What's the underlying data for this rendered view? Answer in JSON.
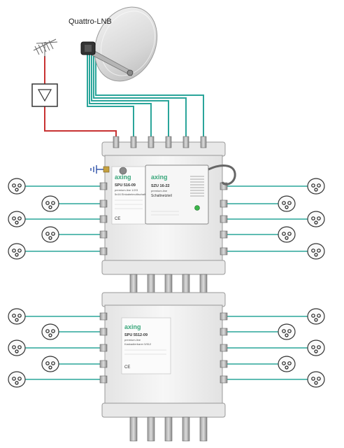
{
  "diagram": {
    "lnb_label": "Quattro-LNB",
    "upper_multiswitch": {
      "brand": "axing",
      "model": "SPU 516-09",
      "line": "premium-line 1/2/3",
      "subtitle": "5x16 Einkabelmultischalter",
      "ce_mark": "CE"
    },
    "power_supply": {
      "brand": "axing",
      "model": "SZU 16-22",
      "line": "premium-line",
      "subtitle": "Schaltnetzteil"
    },
    "lower_multiswitch": {
      "brand": "axing",
      "model": "SPU 5512-09",
      "line": "premium-line",
      "subtitle": "Kaskadierbarer 5/512",
      "ce_mark": "CE"
    },
    "colors": {
      "lnb_cable": "#2aa59a",
      "terrestrial_cable": "#c83232",
      "outlet_cable": "#2aa59a",
      "housing": "#f2f2f2",
      "brand_color": "#3aa77b"
    },
    "icons": [
      "satellite-dish-icon",
      "terrestrial-antenna-icon",
      "amplifier-triangle-icon",
      "ground-icon",
      "tv-outlet-icon"
    ]
  }
}
